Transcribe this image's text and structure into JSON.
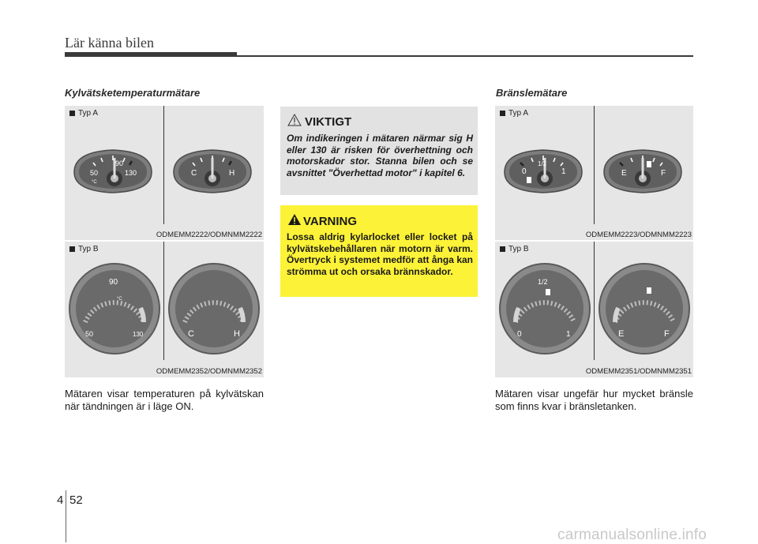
{
  "header": {
    "title": "Lär känna bilen"
  },
  "coolant": {
    "title": "Kylvätsketemperaturmätare",
    "type_a_label": "Typ A",
    "type_a_caption": "ODMEMM2222/ODMNMM2222",
    "type_b_label": "Typ B",
    "type_b_caption": "ODMEMM2352/ODMNMM2352",
    "gauge_a1": {
      "top": "90",
      "left": "50",
      "right": "130",
      "unit": "°C"
    },
    "gauge_a2": {
      "left": "C",
      "right": "H"
    },
    "gauge_b1": {
      "top": "90",
      "left": "50",
      "right": "130",
      "unit": "°C"
    },
    "gauge_b2": {
      "left": "C",
      "right": "H"
    },
    "body": "Mätaren visar temperaturen på kylvätskan när tändningen är i läge ON."
  },
  "viktigt": {
    "title": "VIKTIGT",
    "text": "Om indikeringen i mätaren närmar sig H eller 130 är risken för överhettning och motorskador stor. Stanna bilen och se avsnittet \"Överhettad motor\" i kapitel 6."
  },
  "varning": {
    "title": "VARNING",
    "text": "Lossa aldrig kylarlocket eller locket på kylvätskebehållaren när motorn är varm. Övertryck i systemet medför att ånga kan strömma ut och orsaka brännskador."
  },
  "fuel": {
    "title": "Bränslemätare",
    "type_a_label": "Typ A",
    "type_a_caption": "ODMEMM2223/ODMNMM2223",
    "type_b_label": "Typ B",
    "type_b_caption": "ODMEMM2351/ODMNMM2351",
    "gauge_a1": {
      "top": "1/2",
      "left": "0",
      "right": "1"
    },
    "gauge_a2": {
      "left": "E",
      "right": "F"
    },
    "gauge_b1": {
      "top": "1/2",
      "left": "0",
      "right": "1"
    },
    "gauge_b2": {
      "left": "E",
      "right": "F"
    },
    "body": "Mätaren visar ungefär hur mycket bränsle som finns kvar i bränsletanken."
  },
  "footer": {
    "chapter": "4",
    "page": "52",
    "watermark": "carmanualsonline.info"
  }
}
